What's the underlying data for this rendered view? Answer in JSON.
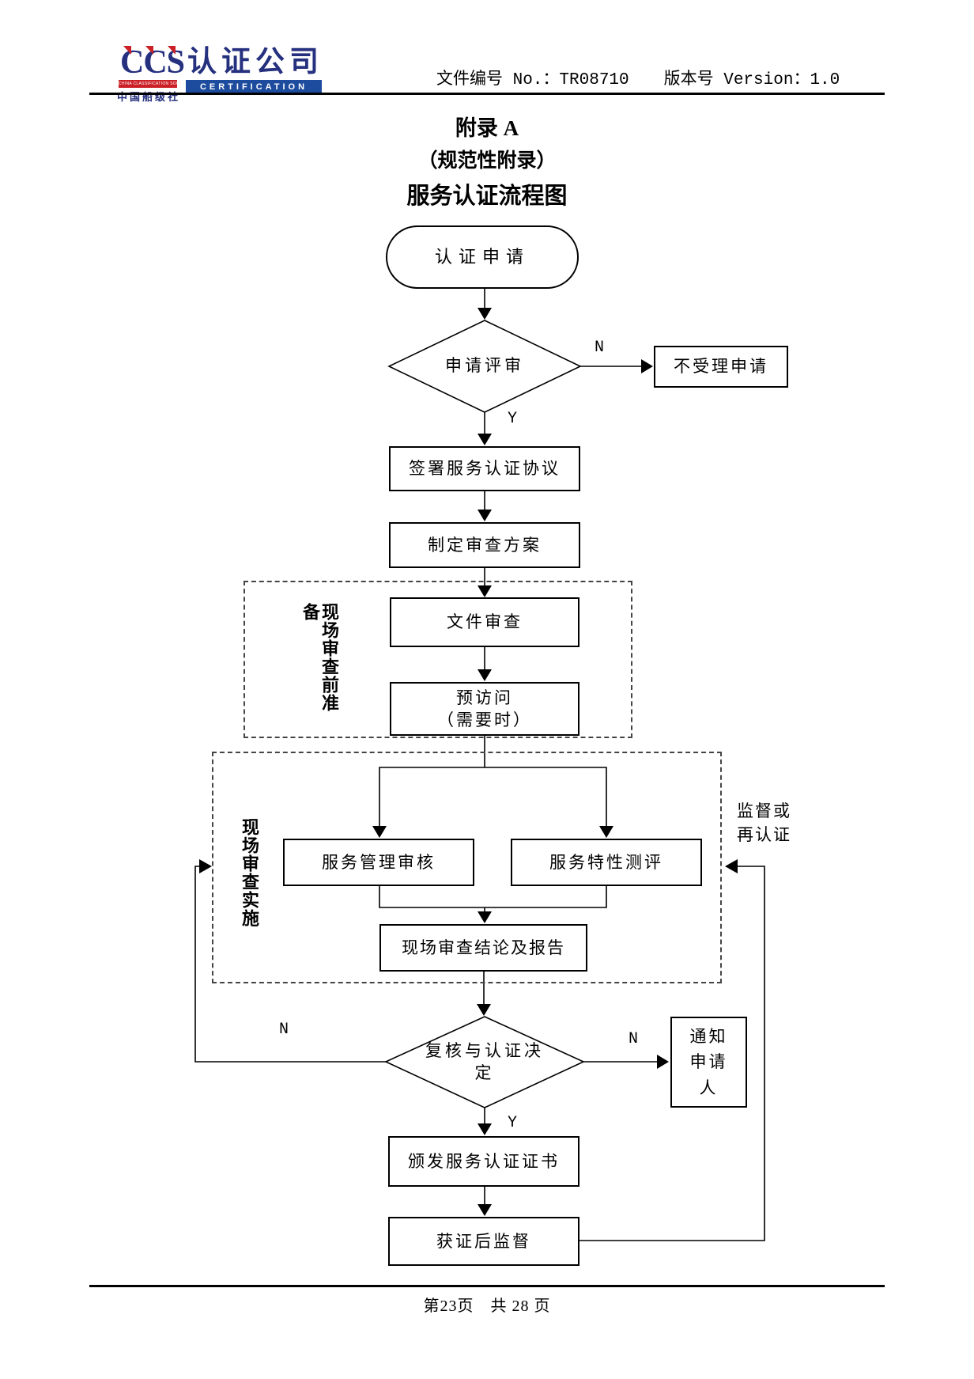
{
  "header": {
    "logo": {
      "ccs": "CCS",
      "company": "认证公司",
      "certification": "CERTIFICATION",
      "society_en": "CHINA CLASSIFICATION SOCIETY",
      "society_cn": "中国船级社"
    },
    "doc_no": "文件编号 No.：TR08710",
    "version": "版本号 Version：1.0"
  },
  "title": {
    "line1": "附录 A",
    "line2": "（规范性附录）",
    "line3": "服务认证流程图"
  },
  "flow": {
    "start": "认证申请",
    "review_decision": "申请评审",
    "reject": "不受理申请",
    "sign_agreement": "签署服务认证协议",
    "make_plan": "制定审查方案",
    "stage_prepare": "现场审查前准备",
    "doc_review": "文件审查",
    "previsit_l1": "预访问",
    "previsit_l2": "（需要时）",
    "stage_onsite": "现场审查实施",
    "service_mgmt_audit": "服务管理审核",
    "service_char_eval": "服务特性测评",
    "onsite_conclusion": "现场审查结论及报告",
    "final_decision_l1": "复核与认证决",
    "final_decision_l2": "定",
    "notify_l1": "通知",
    "notify_l2": "申请",
    "notify_l3": "人",
    "issue_cert": "颁发服务认证证书",
    "post_cert": "获证后监督",
    "supervise_l1": "监督或",
    "supervise_l2": "再认证",
    "n": "N",
    "y": "Y"
  },
  "footer": {
    "page": "第23页　共 28 页"
  },
  "colors": {
    "logo_blue": "#25307e",
    "logo_red": "#cc2027",
    "banner_blue": "#1d4b9e"
  }
}
